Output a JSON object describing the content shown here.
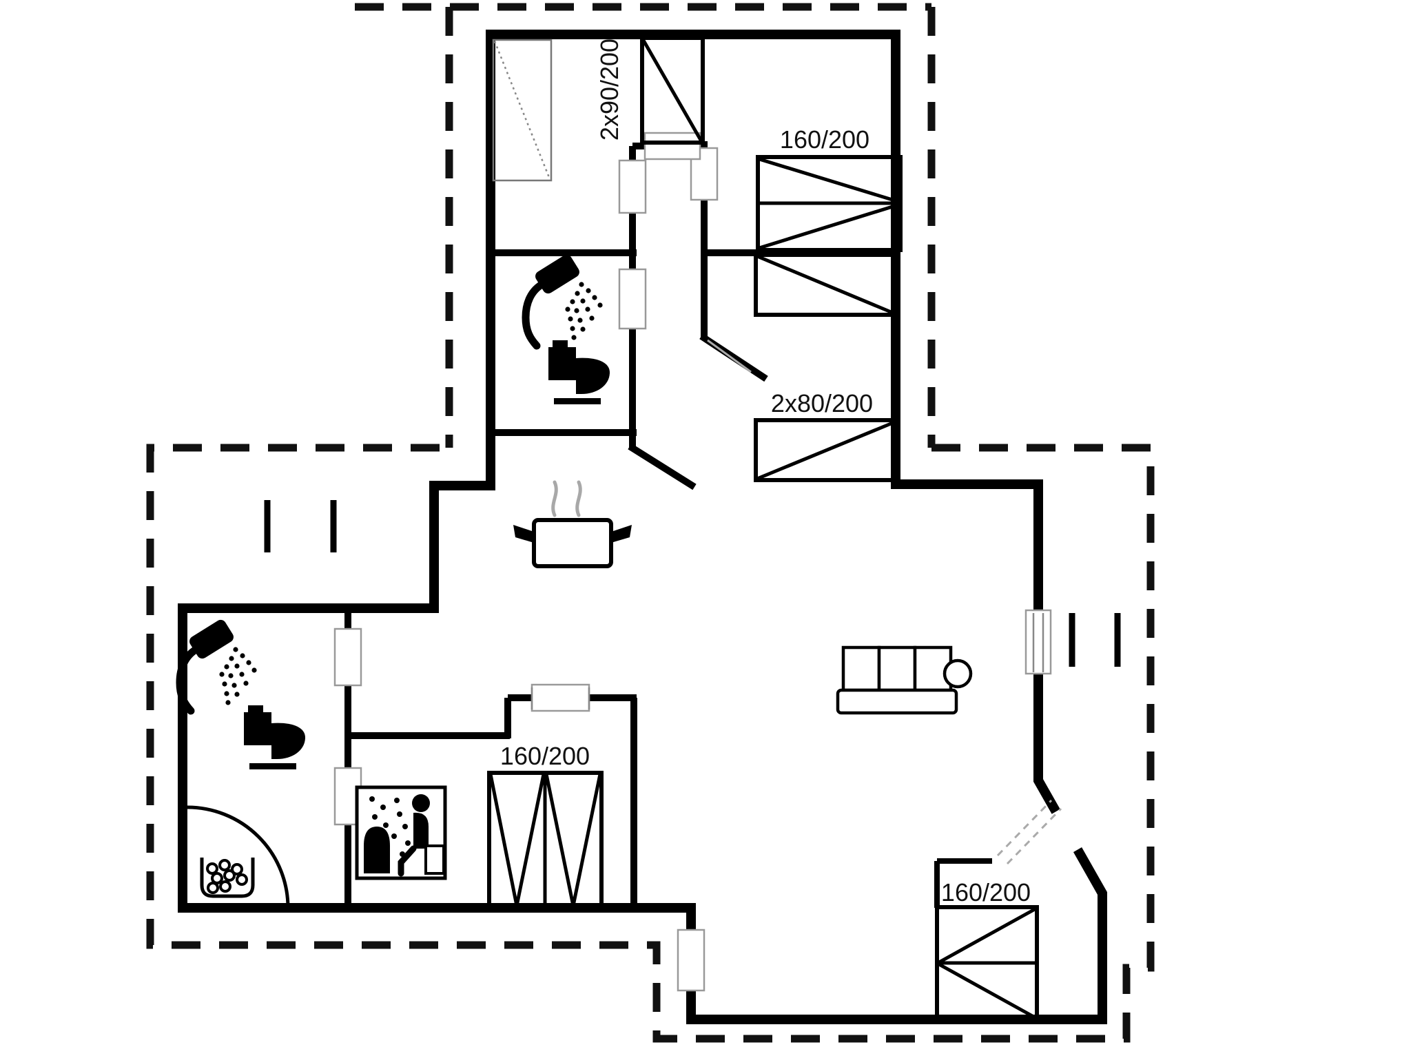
{
  "floorplan": {
    "bed_labels": {
      "bunk_top_left": "2x90/200",
      "double_top_right": "160/200",
      "twin_right": "2x80/200",
      "double_bottom_middle": "160/200",
      "double_bottom_right": "160/200"
    },
    "colors": {
      "background": "#ffffff",
      "wall": "#000000",
      "door_line": "#999999",
      "terrace_dash": "#111111",
      "steam": "#a8a8a8"
    },
    "icons": [
      "shower-icon",
      "toilet-icon",
      "cooking-pot-icon",
      "sauna-icon",
      "sofa-icon",
      "wash-basin-icon",
      "wardrobe-icon"
    ]
  }
}
